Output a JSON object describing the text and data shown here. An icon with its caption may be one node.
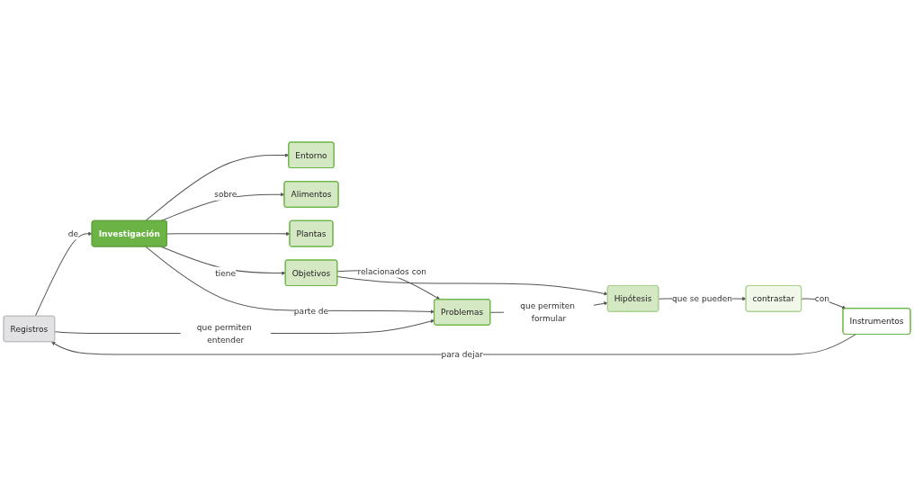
{
  "diagram": {
    "nodes": [
      {
        "text": [
          "Registros"
        ]
      },
      {
        "text": [
          "Investigación"
        ]
      },
      {
        "text": [
          "Entorno"
        ]
      },
      {
        "text": [
          "Alimentos"
        ]
      },
      {
        "text": [
          "Plantas"
        ]
      },
      {
        "text": [
          "Objetivos"
        ]
      },
      {
        "text": [
          "Problemas"
        ]
      },
      {
        "text": [
          "Instrumentos"
        ]
      },
      {
        "text": [
          "contrastar"
        ]
      },
      {
        "text": [
          "Hipótesis"
        ]
      }
    ],
    "edges": [
      {
        "from": 0,
        "to": 1,
        "arrow": "to",
        "label": "de"
      },
      {
        "from": 1,
        "to": 2,
        "arrow": "to"
      },
      {
        "from": 1,
        "to": 3,
        "arrow": "to",
        "label": "sobre"
      },
      {
        "from": 1,
        "to": 4,
        "arrow": "to"
      },
      {
        "from": 1,
        "to": 5,
        "arrow": "to",
        "label": "tiene"
      },
      {
        "from": 1,
        "to": 6,
        "arrow": "to",
        "label": "parte de"
      },
      {
        "from": 0,
        "to": 6,
        "arrow": "to",
        "label": "que permiten entender"
      },
      {
        "from": 5,
        "to": 6,
        "arrow": "to",
        "label": "relacionados con"
      },
      {
        "from": 5,
        "to": 9,
        "arrow": "to"
      },
      {
        "from": 6,
        "to": 9,
        "arrow": "to",
        "label": "que permiten formular"
      },
      {
        "from": 9,
        "to": 8,
        "arrow": "to",
        "label": "que se pueden"
      },
      {
        "from": 8,
        "to": 7,
        "arrow": "to",
        "label": "con"
      },
      {
        "from": 7,
        "to": 0,
        "arrow": "to",
        "label": "para dejar"
      }
    ]
  }
}
